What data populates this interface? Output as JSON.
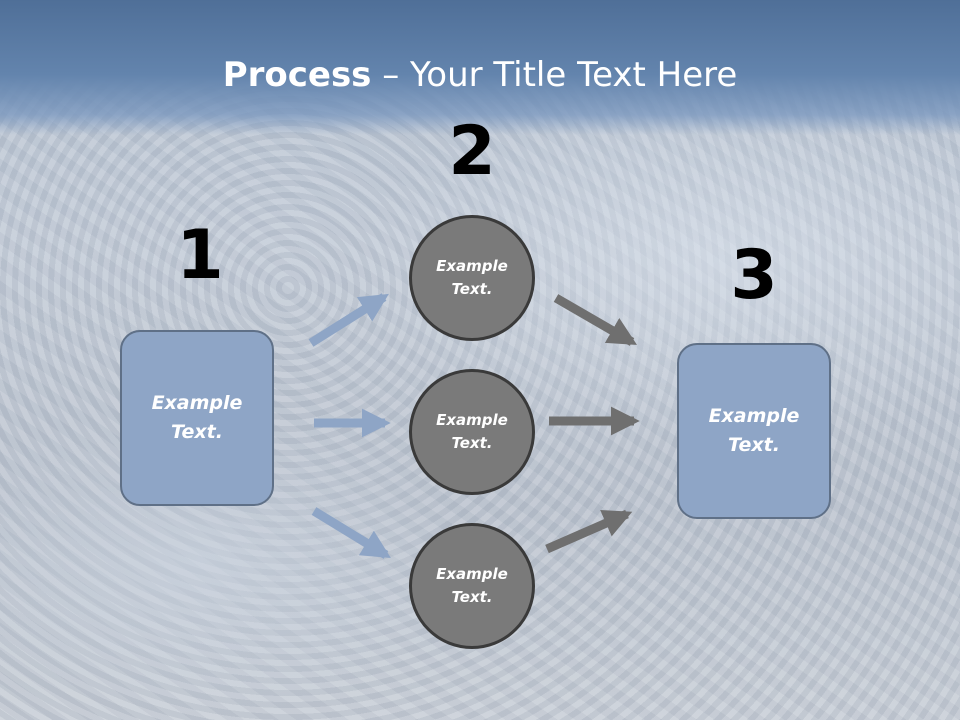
{
  "title": {
    "bold": "Process",
    "rest": " – Your Title Text Here"
  },
  "steps": [
    {
      "number": "1",
      "box_text": "Example Text."
    },
    {
      "number": "2",
      "circles": [
        "Example Text.",
        "Example Text.",
        "Example Text."
      ]
    },
    {
      "number": "3",
      "box_text": "Example Text."
    }
  ],
  "colors": {
    "box_fill": "#8ea5c6",
    "circle_fill": "#7a7a7a",
    "arrow_blue": "#8ea5c6",
    "arrow_gray": "#6f6f6f",
    "header": "#5a7aa3"
  }
}
